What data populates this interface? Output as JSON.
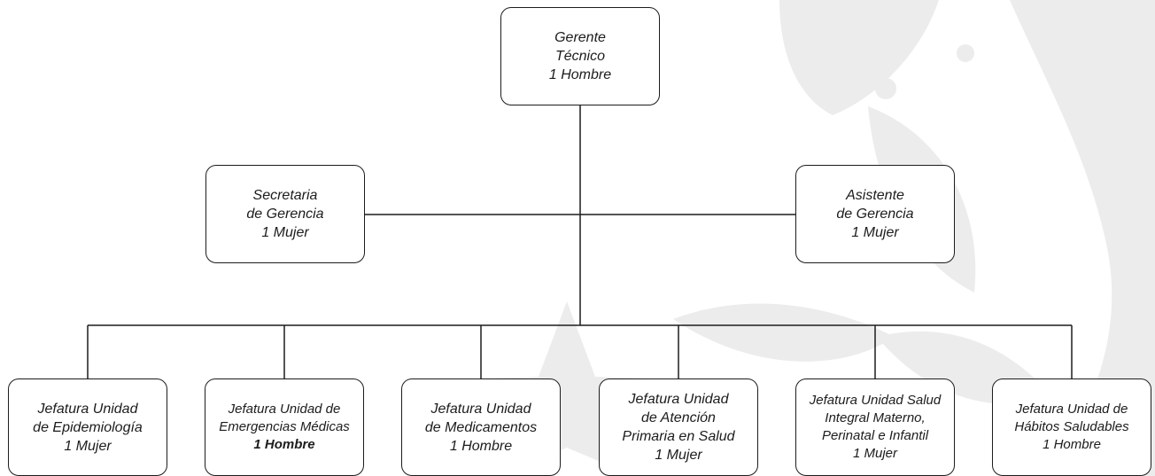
{
  "colors": {
    "line": "#1c1c1c",
    "box_border": "#1c1c1c",
    "text": "#1c1c1c",
    "watermark": "#ececec"
  },
  "nodes": {
    "gerente": {
      "lines": [
        "Gerente",
        "Técnico",
        "1 Hombre"
      ]
    },
    "secretaria": {
      "lines": [
        "Secretaria",
        "de Gerencia",
        "1 Mujer"
      ]
    },
    "asistente": {
      "lines": [
        "Asistente",
        "de Gerencia",
        "1 Mujer"
      ]
    },
    "epidemiologia": {
      "lines": [
        "Jefatura Unidad",
        "de Epidemiología",
        "1 Mujer"
      ]
    },
    "emergencias": {
      "lines": [
        "Jefatura Unidad de",
        "Emergencias Médicas",
        "1 Hombre"
      ]
    },
    "medicamentos": {
      "lines": [
        "Jefatura Unidad",
        "de Medicamentos",
        "1 Hombre"
      ]
    },
    "atencion_primaria": {
      "lines": [
        "Jefatura Unidad",
        "de Atención",
        "Primaria en Salud",
        "1 Mujer"
      ]
    },
    "materno": {
      "lines": [
        "Jefatura Unidad Salud",
        "Integral Materno,",
        "Perinatal e Infantil",
        "1 Mujer"
      ]
    },
    "habitos": {
      "lines": [
        "Jefatura Unidad de",
        "Hábitos Saludables",
        "1 Hombre"
      ]
    }
  }
}
